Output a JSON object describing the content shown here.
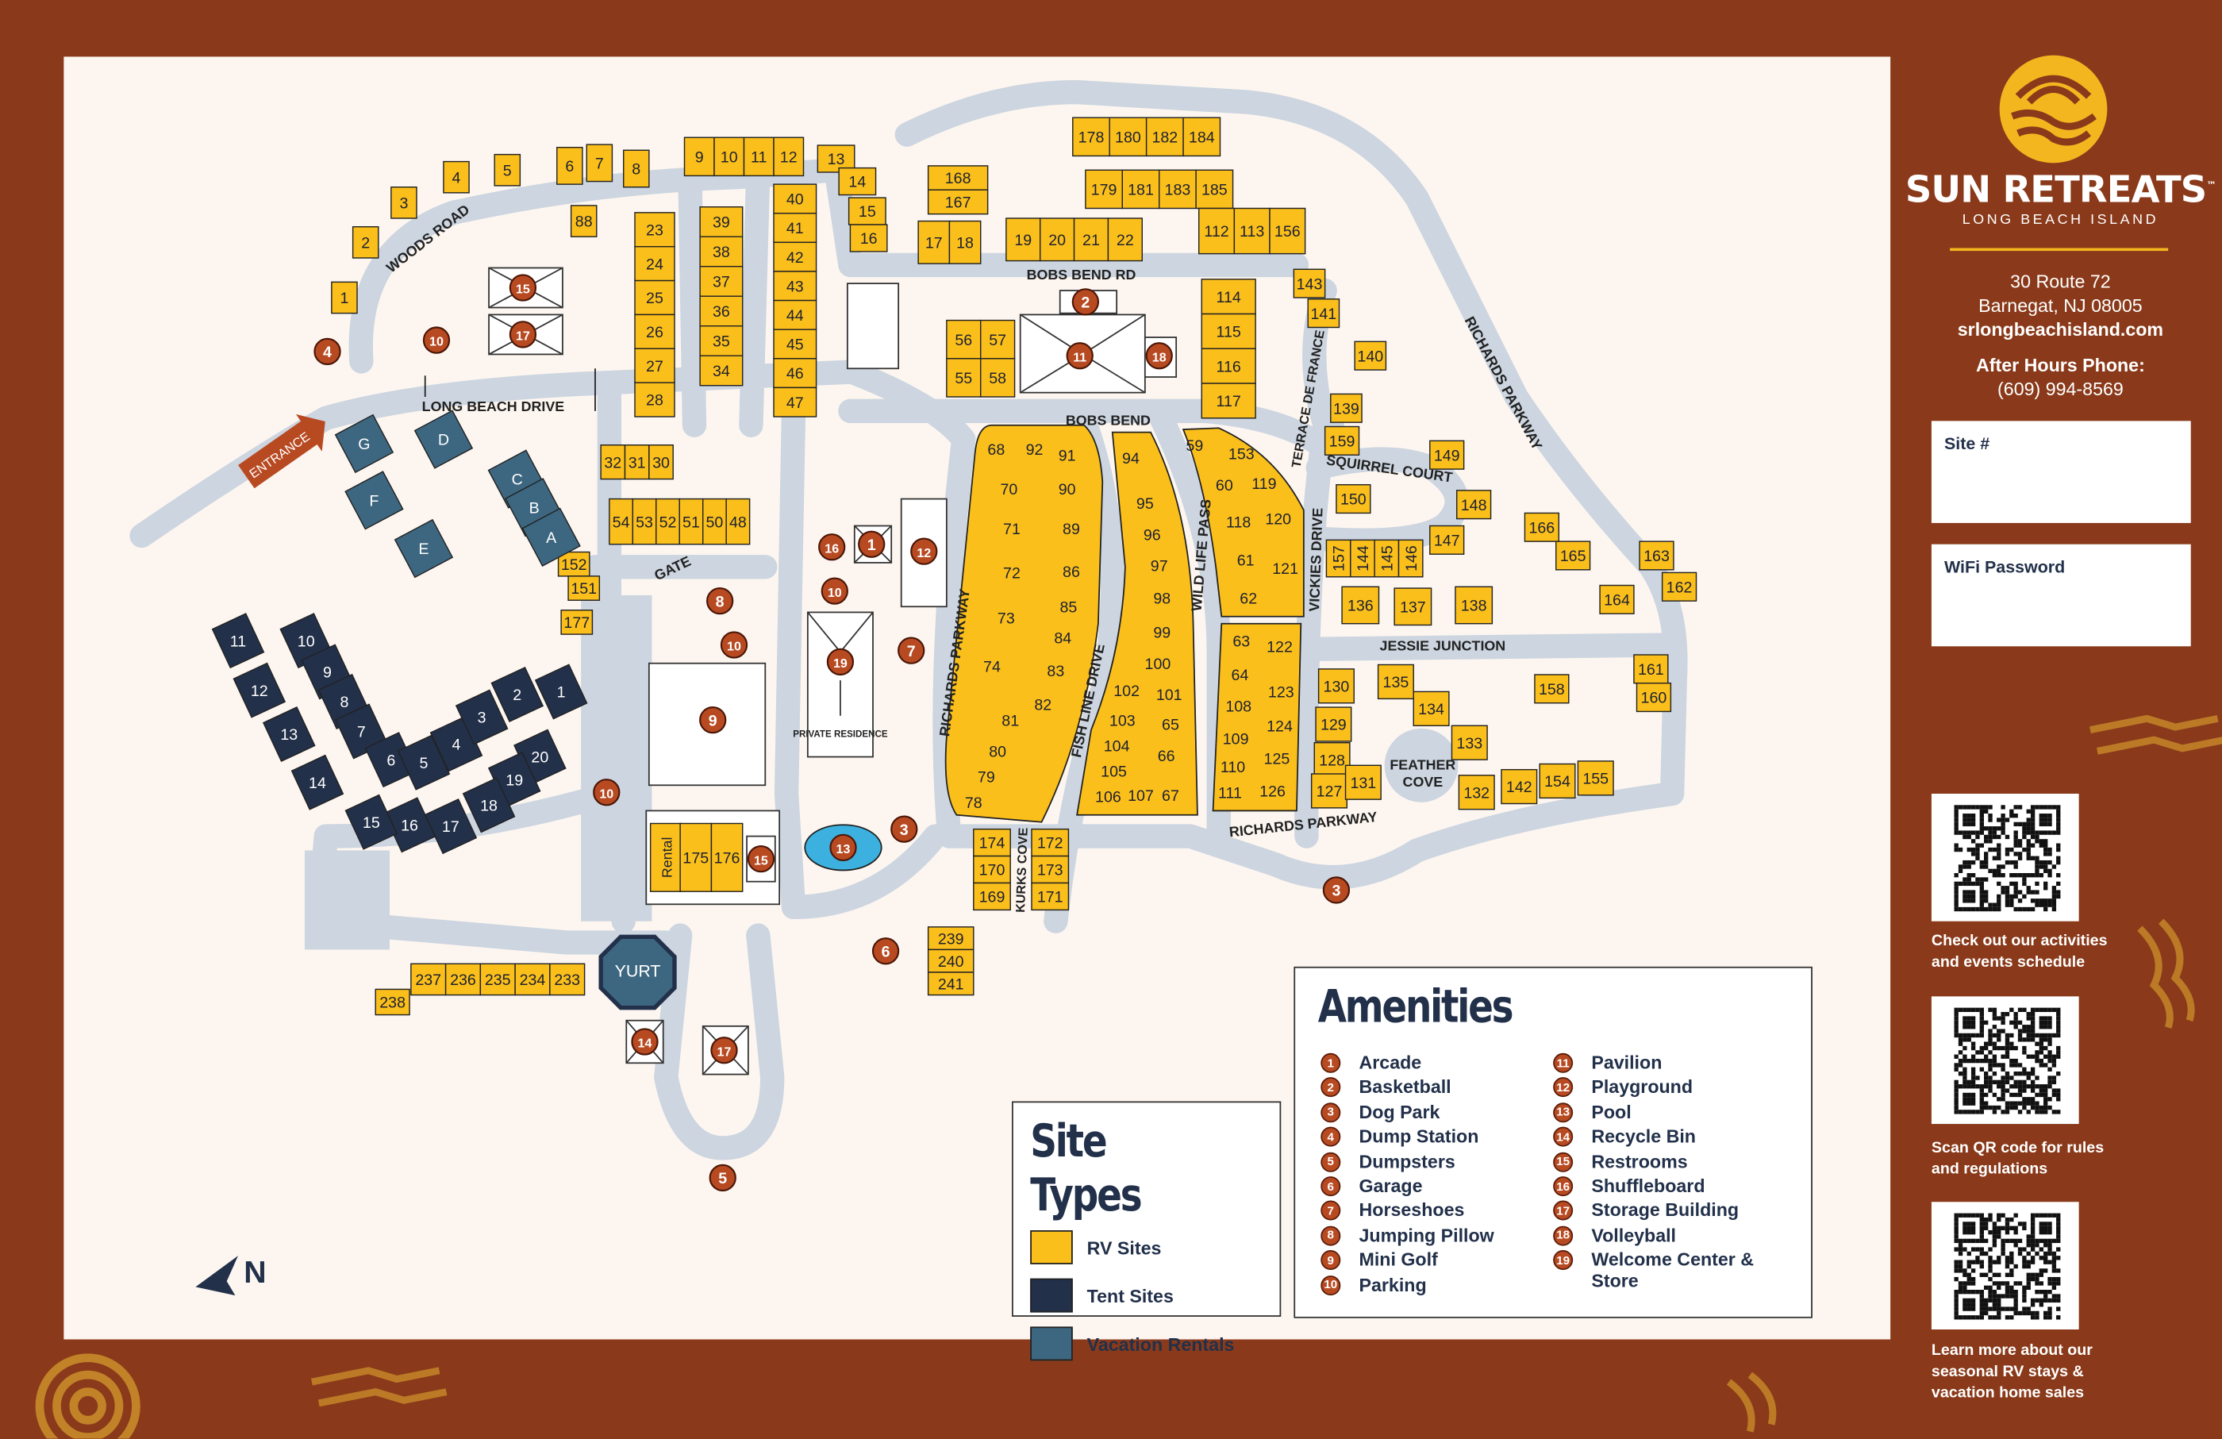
{
  "colors": {
    "frame": "#8a3a1a",
    "map_bg": "#fdf6f0",
    "road": "#ccd5e0",
    "rv": "#fbbf1b",
    "tent": "#22304a",
    "vacation": "#3d6780",
    "marker": "#b84a22",
    "pool": "#3cb1e0",
    "accent": "#f3b61f"
  },
  "brand": {
    "name": "SUN RETREATS",
    "tm": "™",
    "subtitle": "LONG BEACH ISLAND",
    "logo_icon": "sun-waves-logo"
  },
  "contact": {
    "address1": "30 Route 72",
    "address2": "Barnegat, NJ 08005",
    "website": "srlongbeachisland.com",
    "phone_label": "After Hours Phone:",
    "phone": "(609) 994-8569"
  },
  "fields": {
    "site": "Site #",
    "wifi": "WiFi Password"
  },
  "qr_codes": [
    {
      "caption": "Check out our activities and events schedule"
    },
    {
      "caption": "Scan QR code for rules and regulations"
    },
    {
      "caption": "Learn more about our seasonal RV stays & vacation home sales"
    }
  ],
  "site_types": {
    "title": "Site Types",
    "items": [
      {
        "label": "RV Sites",
        "type": "rv"
      },
      {
        "label": "Tent Sites",
        "type": "tent"
      },
      {
        "label": "Vacation Rentals",
        "type": "vacation"
      }
    ]
  },
  "amenities": {
    "title": "Amenities",
    "items": [
      {
        "n": "1",
        "label": "Arcade"
      },
      {
        "n": "2",
        "label": "Basketball"
      },
      {
        "n": "3",
        "label": "Dog Park"
      },
      {
        "n": "4",
        "label": "Dump Station"
      },
      {
        "n": "5",
        "label": "Dumpsters"
      },
      {
        "n": "6",
        "label": "Garage"
      },
      {
        "n": "7",
        "label": "Horseshoes"
      },
      {
        "n": "8",
        "label": "Jumping Pillow"
      },
      {
        "n": "9",
        "label": "Mini Golf"
      },
      {
        "n": "10",
        "label": "Parking"
      },
      {
        "n": "11",
        "label": "Pavilion"
      },
      {
        "n": "12",
        "label": "Playground"
      },
      {
        "n": "13",
        "label": "Pool"
      },
      {
        "n": "14",
        "label": "Recycle Bin"
      },
      {
        "n": "15",
        "label": "Restrooms"
      },
      {
        "n": "16",
        "label": "Shuffleboard"
      },
      {
        "n": "17",
        "label": "Storage Building"
      },
      {
        "n": "18",
        "label": "Volleyball"
      },
      {
        "n": "19",
        "label": "Welcome Center & Store"
      }
    ]
  },
  "streets": {
    "woods_road": "WOODS ROAD",
    "long_beach_drive": "LONG BEACH DRIVE",
    "entrance": "ENTRANCE",
    "gate": "GATE",
    "bobs_bend_rd": "BOBS BEND RD",
    "bobs_bend": "BOBS BEND",
    "richards_parkway": "RICHARDS PARKWAY",
    "fish_line_drive": "FISH LINE DRIVE",
    "wild_life_pass": "WILD LIFE PASS",
    "terrace_de_france": "TERRACE DE FRANCE",
    "squirrel_court": "SQUIRREL COURT",
    "vickies_drive": "VICKIES DRIVE",
    "jessie_junction": "JESSIE JUNCTION",
    "feather_cove": "FEATHER COVE",
    "kurks_cove": "KURKS COVE",
    "private_residence": "PRIVATE RESIDENCE",
    "yurt": "YURT",
    "north": "N"
  },
  "map_markers": [
    "15",
    "17",
    "10",
    "4",
    "2",
    "11",
    "18",
    "16",
    "1",
    "12",
    "10",
    "8",
    "10",
    "19",
    "7",
    "9",
    "10",
    "3",
    "13",
    "15",
    "6",
    "14",
    "17",
    "5",
    "3"
  ],
  "site_groups": [
    {
      "type": "rv",
      "sites": [
        "178",
        "180",
        "182",
        "184"
      ]
    },
    {
      "type": "rv",
      "sites": [
        "179",
        "181",
        "183",
        "185"
      ]
    },
    {
      "type": "rv",
      "sites": [
        "168",
        "167"
      ]
    },
    {
      "type": "rv",
      "sites": [
        "17",
        "18"
      ]
    },
    {
      "type": "rv",
      "sites": [
        "19",
        "20",
        "21",
        "22"
      ]
    },
    {
      "type": "rv",
      "sites": [
        "112",
        "113",
        "156"
      ]
    },
    {
      "type": "rv",
      "sites": [
        "9",
        "10",
        "11",
        "12"
      ]
    },
    {
      "type": "rv",
      "sites": [
        "13",
        "14",
        "15",
        "16"
      ]
    },
    {
      "type": "rv",
      "sites": [
        "6",
        "7",
        "8"
      ]
    },
    {
      "type": "rv",
      "sites": [
        "1",
        "2",
        "3",
        "4",
        "5",
        "88"
      ]
    },
    {
      "type": "rv",
      "sites": [
        "23",
        "24",
        "25",
        "26",
        "27",
        "28"
      ]
    },
    {
      "type": "rv",
      "sites": [
        "39",
        "38",
        "37",
        "36",
        "35",
        "34"
      ]
    },
    {
      "type": "rv",
      "sites": [
        "40",
        "41",
        "42",
        "43",
        "44",
        "45",
        "46",
        "47"
      ]
    },
    {
      "type": "rv",
      "sites": [
        "56",
        "57"
      ]
    },
    {
      "type": "rv",
      "sites": [
        "55",
        "58"
      ]
    },
    {
      "type": "rv",
      "sites": [
        "114",
        "115",
        "116",
        "117"
      ]
    },
    {
      "type": "rv",
      "sites": [
        "143",
        "141",
        "140",
        "139"
      ]
    },
    {
      "type": "rv",
      "sites": [
        "32",
        "31",
        "30"
      ]
    },
    {
      "type": "rv",
      "sites": [
        "54",
        "53",
        "52",
        "51",
        "50",
        "48"
      ]
    },
    {
      "type": "rv",
      "sites": [
        "152",
        "151",
        "177"
      ]
    },
    {
      "type": "vacation",
      "sites": [
        "G",
        "D",
        "F",
        "E",
        "C",
        "B",
        "A"
      ]
    },
    {
      "type": "tent",
      "sites": [
        "11",
        "12",
        "13",
        "14",
        "10",
        "9",
        "8",
        "7",
        "6",
        "5",
        "4",
        "3",
        "2",
        "1",
        "20",
        "19",
        "18",
        "17",
        "16",
        "15"
      ]
    },
    {
      "type": "rv",
      "sites": [
        "68",
        "92",
        "91",
        "70",
        "90",
        "71",
        "89",
        "72",
        "86",
        "73",
        "85",
        "84",
        "74",
        "83",
        "82",
        "81",
        "80",
        "79",
        "78"
      ]
    },
    {
      "type": "rv",
      "sites": [
        "94",
        "95",
        "96",
        "97",
        "98",
        "99",
        "100",
        "102",
        "101",
        "103",
        "65",
        "104",
        "66",
        "105",
        "106",
        "107",
        "67"
      ]
    },
    {
      "type": "rv",
      "sites": [
        "59",
        "153",
        "60",
        "119",
        "118",
        "120",
        "61",
        "121",
        "62"
      ]
    },
    {
      "type": "rv",
      "sites": [
        "63",
        "122",
        "64",
        "123",
        "108",
        "124",
        "109",
        "125",
        "110",
        "126",
        "111"
      ]
    },
    {
      "type": "rv",
      "sites": [
        "159",
        "150",
        "149",
        "148",
        "147"
      ]
    },
    {
      "type": "rv",
      "sites": [
        "157",
        "144",
        "145",
        "146"
      ]
    },
    {
      "type": "rv",
      "sites": [
        "136",
        "137",
        "138"
      ]
    },
    {
      "type": "rv",
      "sites": [
        "130",
        "135",
        "134",
        "129",
        "133",
        "128",
        "127",
        "131",
        "132",
        "142",
        "154",
        "155"
      ]
    },
    {
      "type": "rv",
      "sites": [
        "158",
        "166",
        "165",
        "164",
        "163",
        "162",
        "161",
        "160"
      ]
    },
    {
      "type": "rv",
      "sites": [
        "174",
        "170",
        "169"
      ]
    },
    {
      "type": "rv",
      "sites": [
        "172",
        "173",
        "171"
      ]
    },
    {
      "type": "rv",
      "sites": [
        "239",
        "240",
        "241"
      ]
    },
    {
      "type": "rv",
      "sites": [
        "Rental",
        "175",
        "176"
      ]
    },
    {
      "type": "rv",
      "sites": [
        "237",
        "236",
        "235",
        "234",
        "233"
      ]
    },
    {
      "type": "rv",
      "sites": [
        "238"
      ]
    }
  ]
}
